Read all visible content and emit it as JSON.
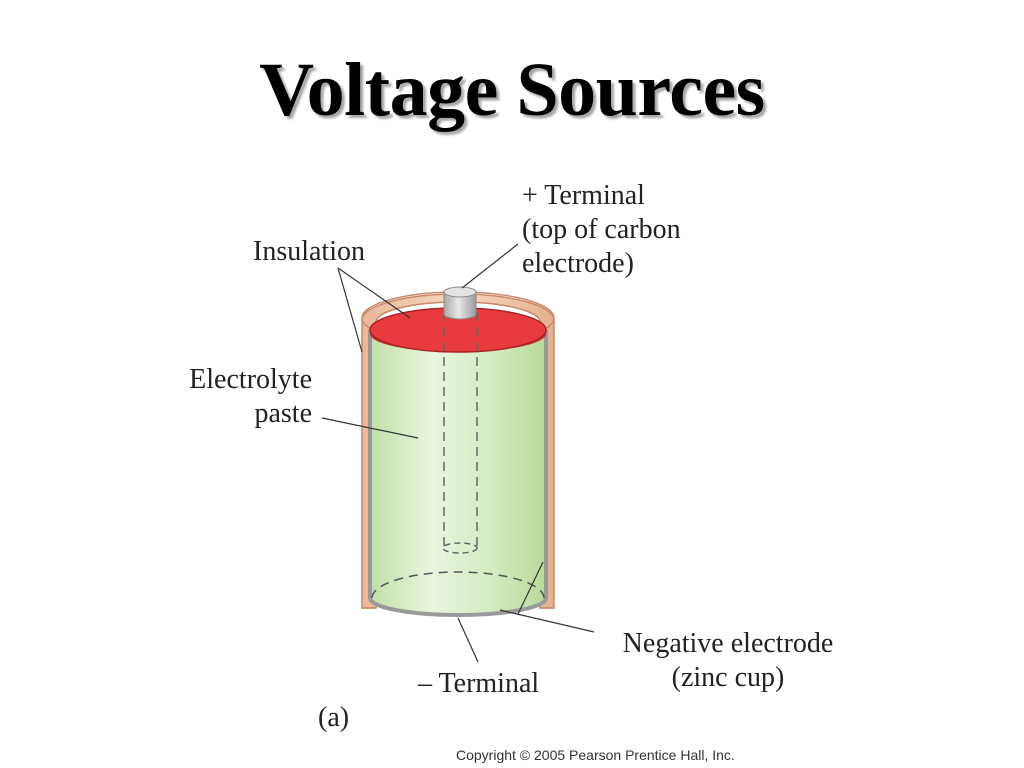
{
  "title": "Voltage Sources",
  "labels": {
    "plus_terminal": [
      "+ Terminal",
      "(top of carbon",
      "electrode)"
    ],
    "insulation": "Insulation",
    "electrolyte": [
      "Electrolyte",
      "paste"
    ],
    "negative_electrode": [
      "Negative electrode",
      "(zinc cup)"
    ],
    "minus_terminal": "– Terminal",
    "figure_tag": "(a)"
  },
  "copyright": "Copyright © 2005 Pearson Prentice Hall, Inc.",
  "colors": {
    "insulation": "#f2c8a8",
    "insulation_edge": "#c98a6a",
    "electrolyte_light": "#eef8e4",
    "electrolyte_mid": "#c9e6b0",
    "top_seal": "#e83a3f",
    "zinc": "#b8b8b8",
    "carbon_cap": "#c8c8c8"
  }
}
